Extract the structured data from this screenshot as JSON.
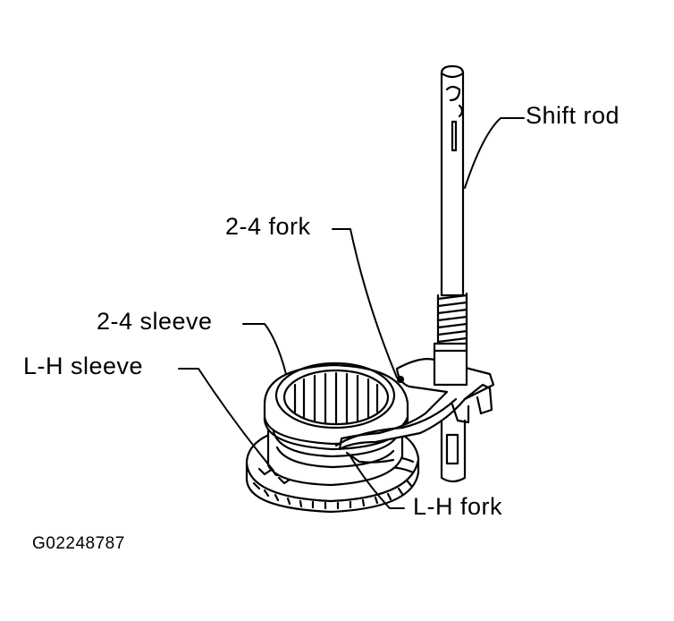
{
  "labels": {
    "shift_rod": "Shift rod",
    "fork_2_4": "2-4 fork",
    "sleeve_2_4": "2-4 sleeve",
    "sleeve_l_h": "L-H sleeve",
    "fork_l_h": "L-H fork"
  },
  "figure_id": "G02248787",
  "colors": {
    "ink": "#000000",
    "paper": "#ffffff"
  }
}
